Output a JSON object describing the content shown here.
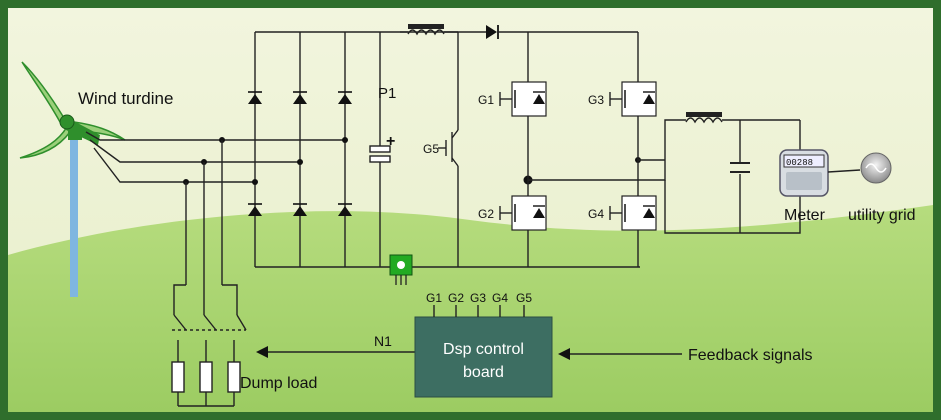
{
  "labels": {
    "wind_turbine": "Wind turdine",
    "capacitor": "P1",
    "meter": "Meter",
    "grid": "utility grid",
    "dump_load": "Dump load",
    "dsp_line1": "Dsp control",
    "dsp_line2": "board",
    "feedback": "Feedback signals",
    "n1": "N1",
    "plus": "+",
    "meter_reading": "00288"
  },
  "gates": {
    "g1": "G1",
    "g2": "G2",
    "g3": "G3",
    "g4": "G4",
    "g5": "G5"
  },
  "dsp_pins": [
    "G1",
    "G2",
    "G3",
    "G4",
    "G5"
  ],
  "colors": {
    "frame": "#2f6e2c",
    "sky": "#eef3d6",
    "hill": "#a8d070",
    "dsp_box": "#3d6e62",
    "turbine": "#2f8f2c",
    "sensor": "#22aa22"
  }
}
